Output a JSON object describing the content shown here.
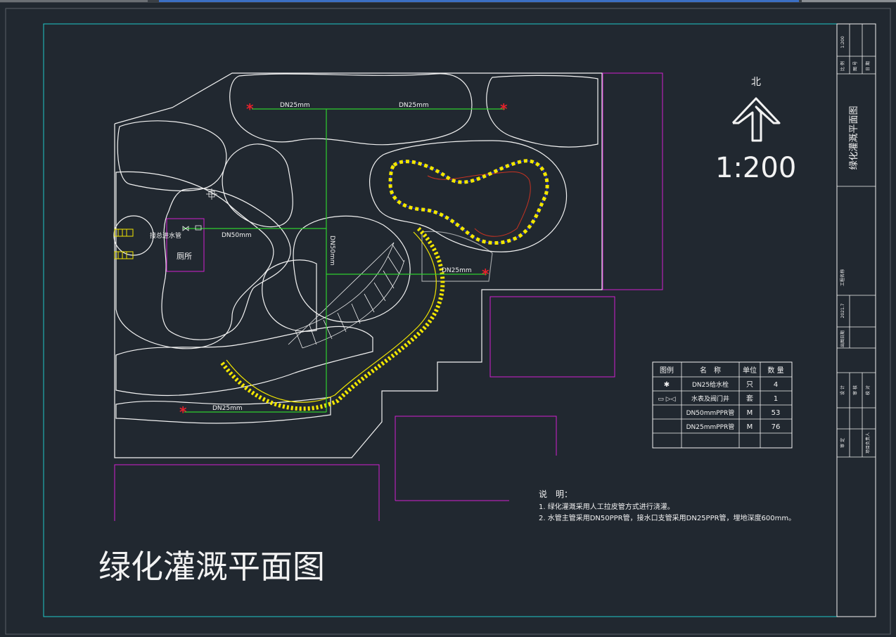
{
  "window": {
    "accent_color": "#3b6fc4"
  },
  "drawing": {
    "title": "绿化灌溉平面图",
    "scale": "1:200",
    "north_label": "北",
    "toilet_label": "厕所",
    "mains_label": "接总进水管",
    "pipe_labels": {
      "top_left": "DN25mm",
      "top_right": "DN25mm",
      "main_h": "DN50mm",
      "main_v": "DN50mm",
      "mid": "DN25mm",
      "bottom": "DN25mm"
    }
  },
  "legend": {
    "headers": [
      "图例",
      "名　称",
      "单位",
      "数 量"
    ],
    "rows": [
      {
        "symbol": "✱",
        "name": "DN25给水栓",
        "unit": "只",
        "qty": "4"
      },
      {
        "symbol": "▭ ▷◁",
        "name": "水表及阀门井",
        "unit": "套",
        "qty": "1"
      },
      {
        "symbol": "",
        "name": "DN50mmPPR管",
        "unit": "M",
        "qty": "53"
      },
      {
        "symbol": "",
        "name": "DN25mmPPR管",
        "unit": "M",
        "qty": "76"
      },
      {
        "symbol": "",
        "name": "",
        "unit": "",
        "qty": ""
      }
    ]
  },
  "notes": {
    "heading": "说　明：",
    "items": [
      "1. 绿化灌溉采用人工拉皮管方式进行浇灌。",
      "2. 水管主管采用DN50PPR管，接水口支管采用DN25PPR管，埋地深度600mm。"
    ]
  },
  "title_block": {
    "drawing_name": "绿化灌溉平面图",
    "small_texts": [
      "1:200",
      "比 例",
      "图 号",
      "日 期",
      "工程名称",
      "设 计",
      "审 核",
      "校 对",
      "审 定",
      "项目负责人",
      "出图日期",
      "2021.7"
    ]
  },
  "colors": {
    "background": "#212830",
    "frame": "#1fc8c8",
    "lines": "#f2f2f2",
    "pipes": "#2fcf2f",
    "hydrant": "#e8212b",
    "magenta": "#d11fd1",
    "rocks": "#f2e600",
    "water": "#2233c8"
  }
}
